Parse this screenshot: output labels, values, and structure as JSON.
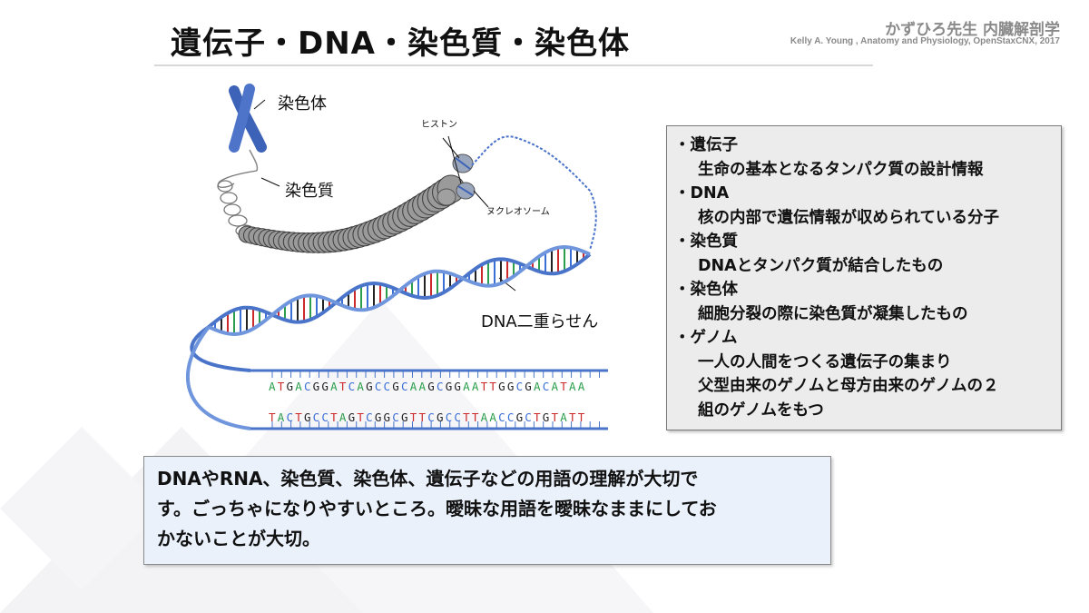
{
  "slide": {
    "title": "遺伝子・DNA・染色質・染色体",
    "author": "かずひろ先生 内臓解剖学",
    "credit": "Kelly A. Young , Anatomy and Physiology, OpenStaxCNX, 2017"
  },
  "diagram": {
    "labels": {
      "chromosome": "染色体",
      "chromatin": "染色質",
      "histone": "ヒストン",
      "nucleosome": "ヌクレオソーム",
      "double_helix": "DNA二重らせん"
    },
    "sequence_top": "ATGACGGATCAGCCGCAAGCGGAATTGGCGACATAA",
    "sequence_bottom": "TACTGCCTAGTCGGCGTTCGCCTTAACCGCTGTATT",
    "base_colors": {
      "A": "#2a9e4a",
      "T": "#cc2a2a",
      "G": "#222222",
      "C": "#3b6fd6"
    },
    "strand_color": "#4a74c9"
  },
  "info": {
    "items": [
      {
        "term": "・遺伝子",
        "desc": [
          "生命の基本となるタンパク質の設計情報"
        ]
      },
      {
        "term": "・DNA",
        "desc": [
          "核の内部で遺伝情報が収められている分子"
        ]
      },
      {
        "term": "・染色質",
        "desc": [
          "DNAとタンパク質が結合したもの"
        ]
      },
      {
        "term": "・染色体",
        "desc": [
          "細胞分裂の際に染色質が凝集したもの"
        ]
      },
      {
        "term": "・ゲノム",
        "desc": [
          "一人の人間をつくる遺伝子の集まり",
          "父型由来のゲノムと母方由来のゲノムの２",
          "組のゲノムをもつ"
        ]
      }
    ]
  },
  "summary": {
    "lines": [
      "DNAやRNA、染色質、染色体、遺伝子などの用語の理解が大切で",
      "す。ごっちゃになりやすいところ。曖昧な用語を曖昧なままにしてお",
      "かないことが大切。"
    ]
  }
}
